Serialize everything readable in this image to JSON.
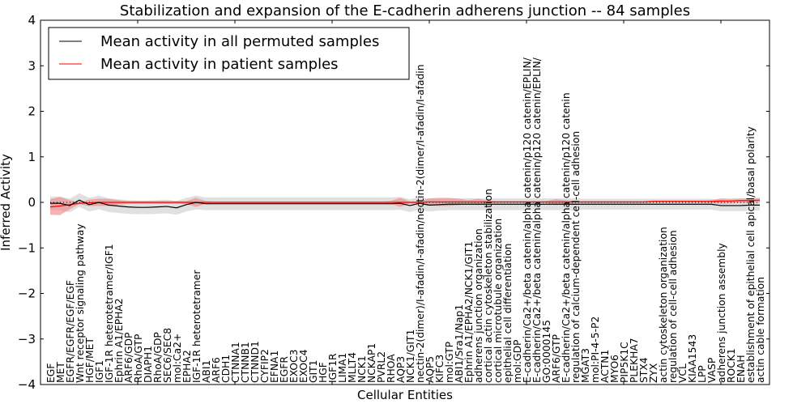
{
  "chart_data": {
    "type": "line",
    "title": "Stabilization and expansion of the E-cadherin adherens junction -- 84 samples",
    "xlabel": "Cellular Entities",
    "ylabel": "Inferred Activity",
    "ylim": [
      -4,
      4
    ],
    "xlim": [
      0,
      75
    ],
    "yticks": [
      "4",
      "3",
      "2",
      "1",
      "0",
      "−1",
      "−2",
      "−3",
      "−4"
    ],
    "grid": false,
    "legend_placement": "top-left",
    "colors": {
      "permuted": "#000000",
      "patient": "#ff0000",
      "permuted_band": "#d3d3d3",
      "patient_band": "#f08080"
    },
    "categories": [
      "EGF",
      "MET",
      "EGFR/EGFR/EGF/EGF",
      "Wnt receptor signaling pathway",
      "HGF/MET",
      "IGF1",
      "IGF-1R heterotetramer/IGF1",
      "Ephrin A1/EPHA2",
      "ARF6/GDP",
      "RhoA/GTP",
      "DIAPH1",
      "RhoA/GDP",
      "SEC6/SEC8",
      "mol:Ca2+",
      "EPHA2",
      "IGF-1R heterotetramer",
      "ABI1",
      "ARF6",
      "CDH1",
      "CTNNA1",
      "CTNNB1",
      "CTNND1",
      "CYFIP2",
      "EFNA1",
      "EGFR",
      "EXOC3",
      "EXOC4",
      "GIT1",
      "HGF",
      "IGF1R",
      "LIMA1",
      "MLLT4",
      "NCK1",
      "NCKAP1",
      "PVRL2",
      "RHOA",
      "AQP3",
      "NCK1/GIT1",
      "nectin-2(dimer)/I-afadin/I-afadin/nectin-2(dimer/I-afadin/I-afadin",
      "AQP5",
      "KIFC3",
      "mol:GTP",
      "ABI1/Sra1/Nap1",
      "Ephrin A1/EPHA2/NCK1/GIT1",
      "adherens junction organization",
      "cortical actin cytoskeleton stabilization",
      "cortical microtubule organization",
      "epithelial cell differentiation",
      "mol:GDP",
      "E-cadherin/Ca2+/beta catenin/alpha catenin/p120 catenin/EPLIN/",
      "E-cadherin/Ca2+/beta catenin/alpha catenin/p120 catenin/EPLIN/",
      "GO:0000145",
      "ARF6/GTP",
      "E-cadherin/Ca2+/beta catenin/alpha catenin/p120 catenin",
      "regulation of calcium-dependent cell-cell adhesion",
      "MGAT3",
      "mol:PI-4-5-P2",
      "ACTN1",
      "MYO6",
      "PIP5K1C",
      "PLEKHA7",
      "STX4",
      "ZYX",
      "actin cytoskeleton organization",
      "regulation of cell-cell adhesion",
      "VCL",
      "KIAA1543",
      "LPP",
      "VASP",
      "adherens junction assembly",
      "ROCK1",
      "ENAH",
      "establishment of epithelial cell apical/basal polarity",
      "actin cable formation"
    ],
    "series": [
      {
        "name": "Mean activity in all permuted samples",
        "values": [
          -0.02,
          -0.02,
          -0.07,
          0.05,
          -0.05,
          0.0,
          -0.06,
          -0.08,
          -0.1,
          -0.11,
          -0.11,
          -0.1,
          -0.09,
          -0.12,
          -0.05,
          0.0,
          -0.03,
          -0.03,
          -0.03,
          -0.03,
          -0.03,
          -0.03,
          -0.03,
          -0.03,
          -0.03,
          -0.03,
          -0.03,
          -0.03,
          -0.03,
          -0.03,
          -0.03,
          -0.03,
          -0.03,
          -0.03,
          -0.03,
          -0.03,
          -0.02,
          -0.07,
          -0.02,
          -0.06,
          -0.05,
          -0.04,
          -0.04,
          -0.04,
          -0.04,
          -0.04,
          -0.04,
          -0.04,
          -0.04,
          -0.04,
          -0.04,
          -0.04,
          -0.04,
          -0.04,
          -0.04,
          -0.04,
          -0.04,
          -0.04,
          -0.04,
          -0.04,
          -0.04,
          -0.04,
          -0.04,
          -0.04,
          -0.04,
          -0.04,
          -0.04,
          -0.04,
          -0.04,
          -0.07,
          -0.07,
          -0.07,
          -0.06,
          -0.06
        ],
        "band": [
          0.15,
          0.15,
          0.15,
          0.15,
          0.15,
          0.15,
          0.15,
          0.15,
          0.15,
          0.15,
          0.15,
          0.15,
          0.15,
          0.15,
          0.15,
          0.15,
          0.14,
          0.14,
          0.14,
          0.14,
          0.14,
          0.14,
          0.14,
          0.14,
          0.14,
          0.14,
          0.14,
          0.14,
          0.14,
          0.14,
          0.14,
          0.14,
          0.14,
          0.14,
          0.14,
          0.14,
          0.14,
          0.14,
          0.14,
          0.14,
          0.13,
          0.13,
          0.13,
          0.13,
          0.13,
          0.13,
          0.13,
          0.13,
          0.13,
          0.13,
          0.13,
          0.13,
          0.13,
          0.13,
          0.13,
          0.12,
          0.12,
          0.12,
          0.12,
          0.12,
          0.12,
          0.12,
          0.12,
          0.12,
          0.12,
          0.12,
          0.12,
          0.12,
          0.12,
          0.12,
          0.12,
          0.12,
          0.12,
          0.12
        ]
      },
      {
        "name": "Mean activity in patient samples",
        "values": [
          -0.1,
          -0.08,
          -0.05,
          -0.02,
          -0.01,
          0.0,
          0.0,
          0.0,
          0.0,
          0.0,
          0.0,
          0.0,
          0.0,
          0.0,
          0.0,
          0.0,
          0.0,
          0.0,
          0.0,
          0.0,
          0.0,
          0.0,
          0.0,
          0.0,
          0.0,
          0.0,
          0.0,
          0.0,
          0.0,
          0.0,
          0.0,
          0.0,
          0.0,
          0.0,
          0.0,
          0.0,
          0.0,
          0.0,
          0.0,
          0.01,
          0.01,
          0.01,
          0.01,
          0.01,
          0.01,
          0.01,
          0.01,
          0.01,
          0.01,
          0.01,
          0.01,
          0.01,
          0.01,
          0.01,
          0.01,
          0.01,
          0.01,
          0.01,
          0.01,
          0.01,
          0.01,
          0.01,
          0.02,
          0.02,
          0.02,
          0.02,
          0.02,
          0.02,
          0.02,
          0.03,
          0.03,
          0.04,
          0.04,
          0.05
        ],
        "band": [
          0.17,
          0.2,
          0.1,
          0.02,
          0.07,
          0.08,
          0.08,
          0.05,
          0.03,
          0.03,
          0.03,
          0.03,
          0.03,
          0.03,
          0.03,
          0.1,
          0.03,
          0.02,
          0.02,
          0.02,
          0.02,
          0.02,
          0.02,
          0.02,
          0.02,
          0.02,
          0.02,
          0.02,
          0.02,
          0.02,
          0.02,
          0.02,
          0.02,
          0.02,
          0.02,
          0.03,
          0.1,
          0.02,
          0.03,
          0.08,
          0.09,
          0.09,
          0.07,
          0.04,
          0.07,
          0.03,
          0.02,
          0.02,
          0.02,
          0.02,
          0.02,
          0.02,
          0.06,
          0.04,
          0.02,
          0.02,
          0.02,
          0.02,
          0.02,
          0.02,
          0.02,
          0.02,
          0.02,
          0.02,
          0.02,
          0.02,
          0.02,
          0.02,
          0.03,
          0.06,
          0.05,
          0.05,
          0.05,
          0.05
        ]
      }
    ]
  }
}
